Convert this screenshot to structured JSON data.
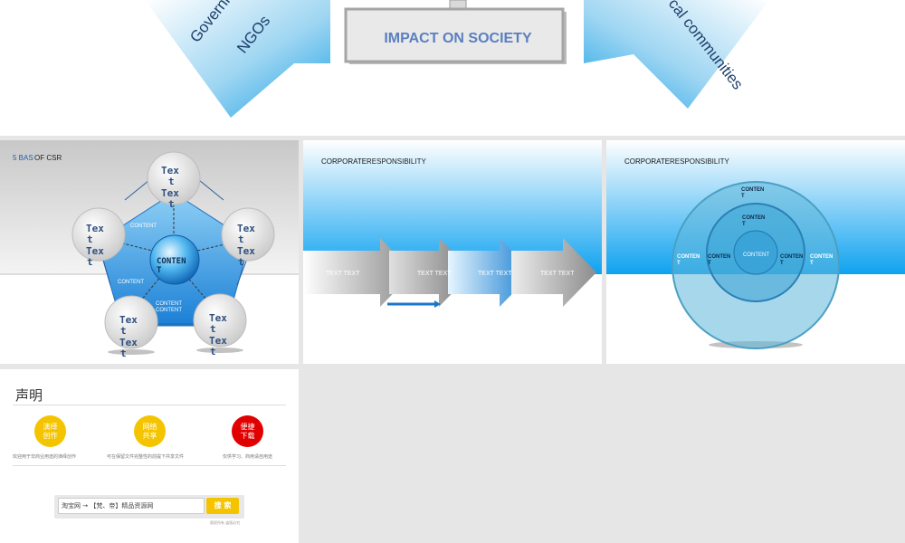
{
  "top_slide": {
    "left_arrow_line1": "Governm",
    "left_arrow_line2": "NGOs",
    "center_box": "IMPACT ON SOCIETY",
    "right_arrow_text": "cal communities"
  },
  "csr_panel": {
    "title_highlight": "5 BAS",
    "title_rest": " OF CSR",
    "center_label_line1": "CONTEN",
    "center_label_line2": "T",
    "bubbles": [
      [
        "Tex",
        "t",
        "Tex",
        "t"
      ],
      [
        "Tex",
        "t",
        "Tex",
        "t"
      ],
      [
        "Tex",
        "t",
        "Tex",
        "t"
      ],
      [
        "Tex",
        "t",
        "Tex",
        "t"
      ],
      [
        "Tex",
        "t",
        "Tex",
        "t"
      ]
    ],
    "content_labels": [
      "CONTENT",
      "CONTENT",
      "CONTENT",
      "CONTENT"
    ]
  },
  "arrows_panel": {
    "title_bold": "CORPORATE",
    "title_rest": " RESPONSIBILITY",
    "arrow_labels": [
      "TEXT  TEXT",
      "TEXT  TEXT",
      "TEXT  TEXT",
      "TEXT  TEXT"
    ]
  },
  "circles_panel": {
    "title_bold": "CORPORATE",
    "title_rest": " RESPONSIBILITY",
    "top_label_1": [
      "CONTEN",
      "T"
    ],
    "top_label_2": [
      "CONTEN",
      "T"
    ],
    "center": "CONTENT",
    "left_outer": [
      "CONTEN",
      "T"
    ],
    "left_inner": [
      "CONTEN",
      "T"
    ],
    "right_inner": [
      "CONTEN",
      "T"
    ],
    "right_outer": [
      "CONTEN",
      "T"
    ]
  },
  "declaration": {
    "heading": "声明",
    "badges": [
      {
        "line1": "演绎",
        "line2": "创作",
        "color": "#f5c400",
        "caption": "欢迎用于非商业用途的演绎创作"
      },
      {
        "line1": "网络",
        "line2": "共享",
        "color": "#f5c400",
        "caption": "可在保留文件完整性的前提下共享文件"
      },
      {
        "line1": "便捷",
        "line2": "下载",
        "color": "#e00000",
        "caption": "仅供学习、商用请自用途"
      }
    ],
    "search_value": "淘宝网 → 【梵、帝】精品资源网",
    "search_button": "搜 索",
    "footer_small": "版权所有   盗版必究"
  }
}
